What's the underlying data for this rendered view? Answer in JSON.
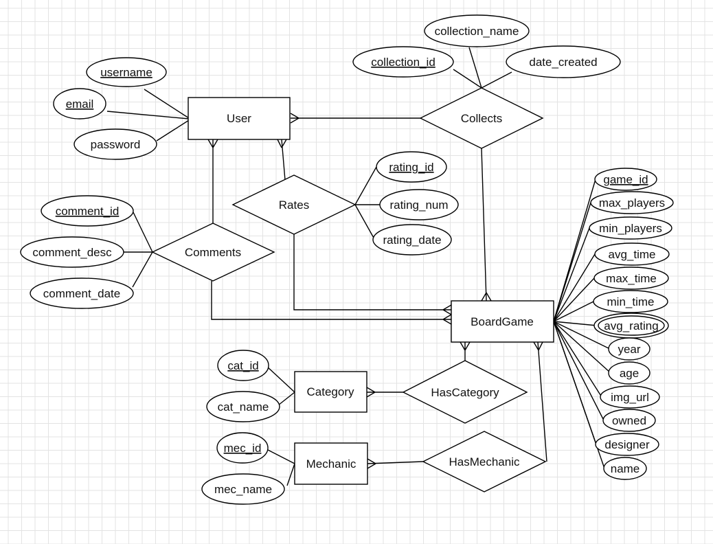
{
  "entities": {
    "user": "User",
    "boardgame": "BoardGame",
    "category": "Category",
    "mechanic": "Mechanic"
  },
  "relationships": {
    "collects": "Collects",
    "rates": "Rates",
    "comments": "Comments",
    "has_category": "HasCategory",
    "has_mechanic": "HasMechanic"
  },
  "attributes": {
    "user": {
      "username": "username",
      "email": "email",
      "password": "password"
    },
    "collects": {
      "collection_id": "collection_id",
      "collection_name": "collection_name",
      "date_created": "date_created"
    },
    "rates": {
      "rating_id": "rating_id",
      "rating_num": "rating_num",
      "rating_date": "rating_date"
    },
    "comments": {
      "comment_id": "comment_id",
      "comment_desc": "comment_desc",
      "comment_date": "comment_date"
    },
    "boardgame": {
      "game_id": "game_id",
      "max_players": "max_players",
      "min_players": "min_players",
      "avg_time": "avg_time",
      "max_time": "max_time",
      "min_time": "min_time",
      "avg_rating": "avg_rating",
      "year": "year",
      "age": "age",
      "img_url": "img_url",
      "owned": "owned",
      "designer": "designer",
      "name": "name"
    },
    "category": {
      "cat_id": "cat_id",
      "cat_name": "cat_name"
    },
    "mechanic": {
      "mec_id": "mec_id",
      "mec_name": "mec_name"
    }
  }
}
